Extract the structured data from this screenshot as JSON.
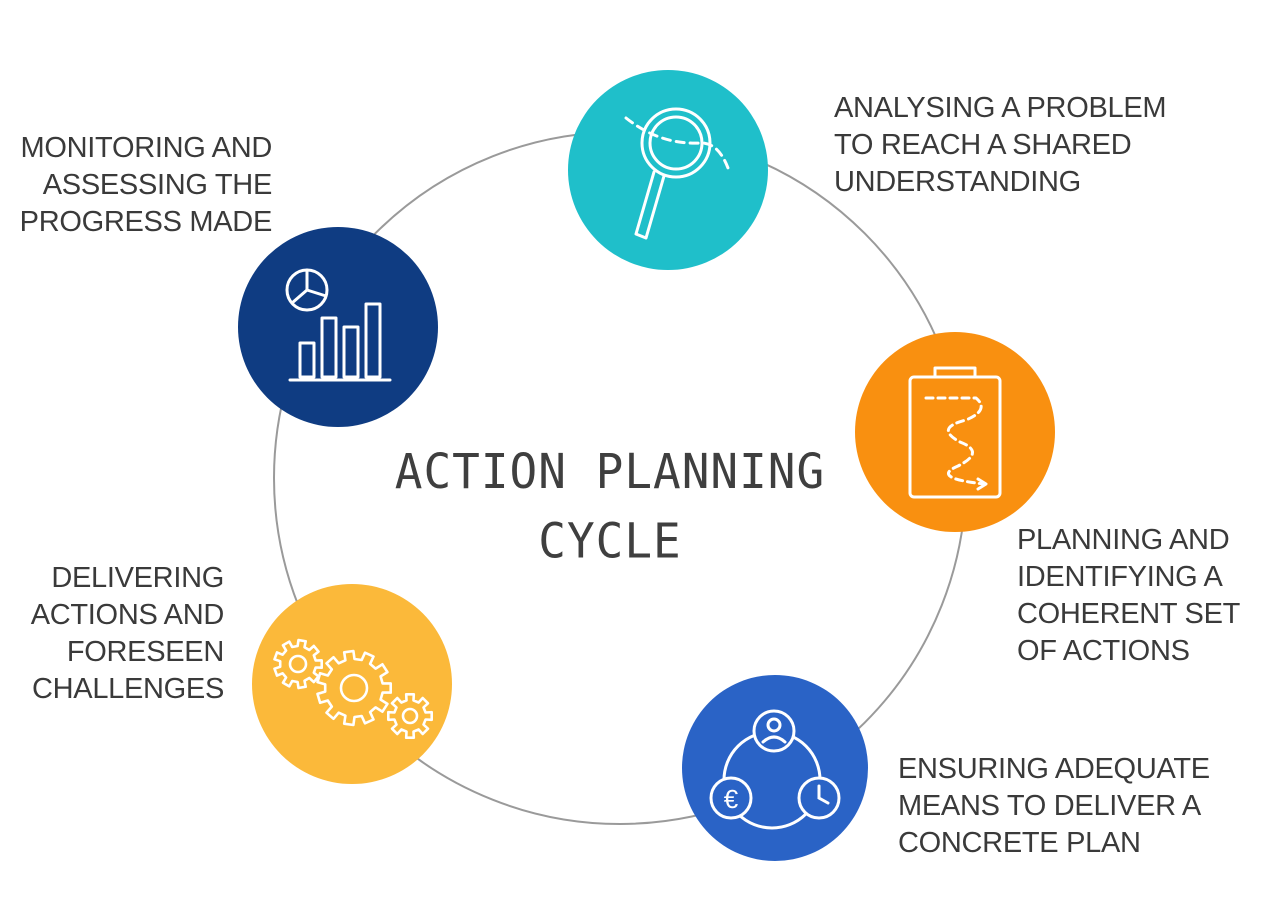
{
  "title": {
    "line1": "ACTION PLANNING",
    "line2": "CYCLE"
  },
  "steps": [
    {
      "id": "analysing",
      "color": "#1fbfca",
      "icon": "magnifier-icon",
      "lines": [
        "ANALYSING A PROBLEM",
        "TO REACH A SHARED",
        "UNDERSTANDING"
      ]
    },
    {
      "id": "planning",
      "color": "#f99010",
      "icon": "clipboard-icon",
      "lines": [
        "PLANNING AND",
        "IDENTIFYING A",
        "COHERENT SET",
        "OF ACTIONS"
      ]
    },
    {
      "id": "ensuring",
      "color": "#2a63c6",
      "icon": "resources-icon",
      "lines": [
        "ENSURING ADEQUATE",
        "MEANS TO DELIVER A",
        "CONCRETE PLAN"
      ]
    },
    {
      "id": "delivering",
      "color": "#fbb93a",
      "icon": "gears-icon",
      "lines": [
        "DELIVERING",
        "ACTIONS AND",
        "FORESEEN",
        "CHALLENGES"
      ]
    },
    {
      "id": "monitoring",
      "color": "#0f3c82",
      "icon": "chart-icon",
      "lines": [
        "MONITORING AND",
        "ASSESSING THE",
        "PROGRESS MADE"
      ]
    }
  ],
  "icon_symbols": {
    "euro": "€"
  },
  "colors": {
    "ring": "#9a9a9a",
    "text": "#3a3a3a",
    "icon_stroke": "#ffffff"
  }
}
